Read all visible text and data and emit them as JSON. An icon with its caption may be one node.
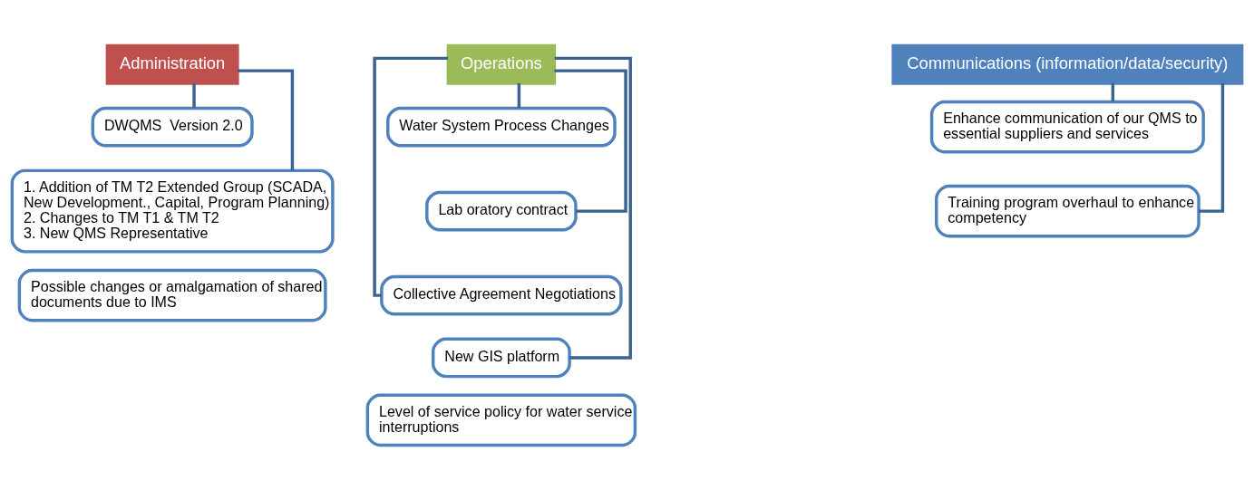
{
  "diagram": {
    "nodes": [
      {
        "text": [
          "Administration"
        ]
      },
      {
        "text": [
          "DWQMS  Version 2.0"
        ]
      },
      {
        "text": [
          "1. Addition of TM T2 Extended Group (SCADA, New Development., Capital, Program Planning)",
          "2. Changes to TM T1 & TM T2",
          "3. New QMS Representative"
        ]
      },
      {
        "text": [
          "Possible changes or amalgamation of shared documents due to IMS"
        ]
      },
      {
        "text": [
          "Operations"
        ]
      },
      {
        "text": [
          "Water System Process Changes"
        ]
      },
      {
        "text": [
          "Lab oratory contract"
        ]
      },
      {
        "text": [
          "Collective Agreement Negotiations"
        ]
      },
      {
        "text": [
          "New GIS platform"
        ]
      },
      {
        "text": [
          "Level of service policy for water service interruptions"
        ]
      },
      {
        "text": [
          "Communications (information/data/security)"
        ]
      },
      {
        "text": [
          "Enhance communication of our QMS to essential suppliers and services"
        ]
      },
      {
        "text": [
          "Training program overhaul to enhance competency"
        ]
      }
    ],
    "edges": [
      {
        "from": 0,
        "to": 1,
        "arrow": "none"
      },
      {
        "from": 0,
        "to": 2,
        "arrow": "none"
      },
      {
        "from": 4,
        "to": 5,
        "arrow": "none"
      },
      {
        "from": 4,
        "to": 6,
        "arrow": "none"
      },
      {
        "from": 4,
        "to": 7,
        "arrow": "none"
      },
      {
        "from": 4,
        "to": 8,
        "arrow": "none"
      },
      {
        "from": 10,
        "to": 11,
        "arrow": "none"
      },
      {
        "from": 10,
        "to": 12,
        "arrow": "none"
      }
    ]
  }
}
